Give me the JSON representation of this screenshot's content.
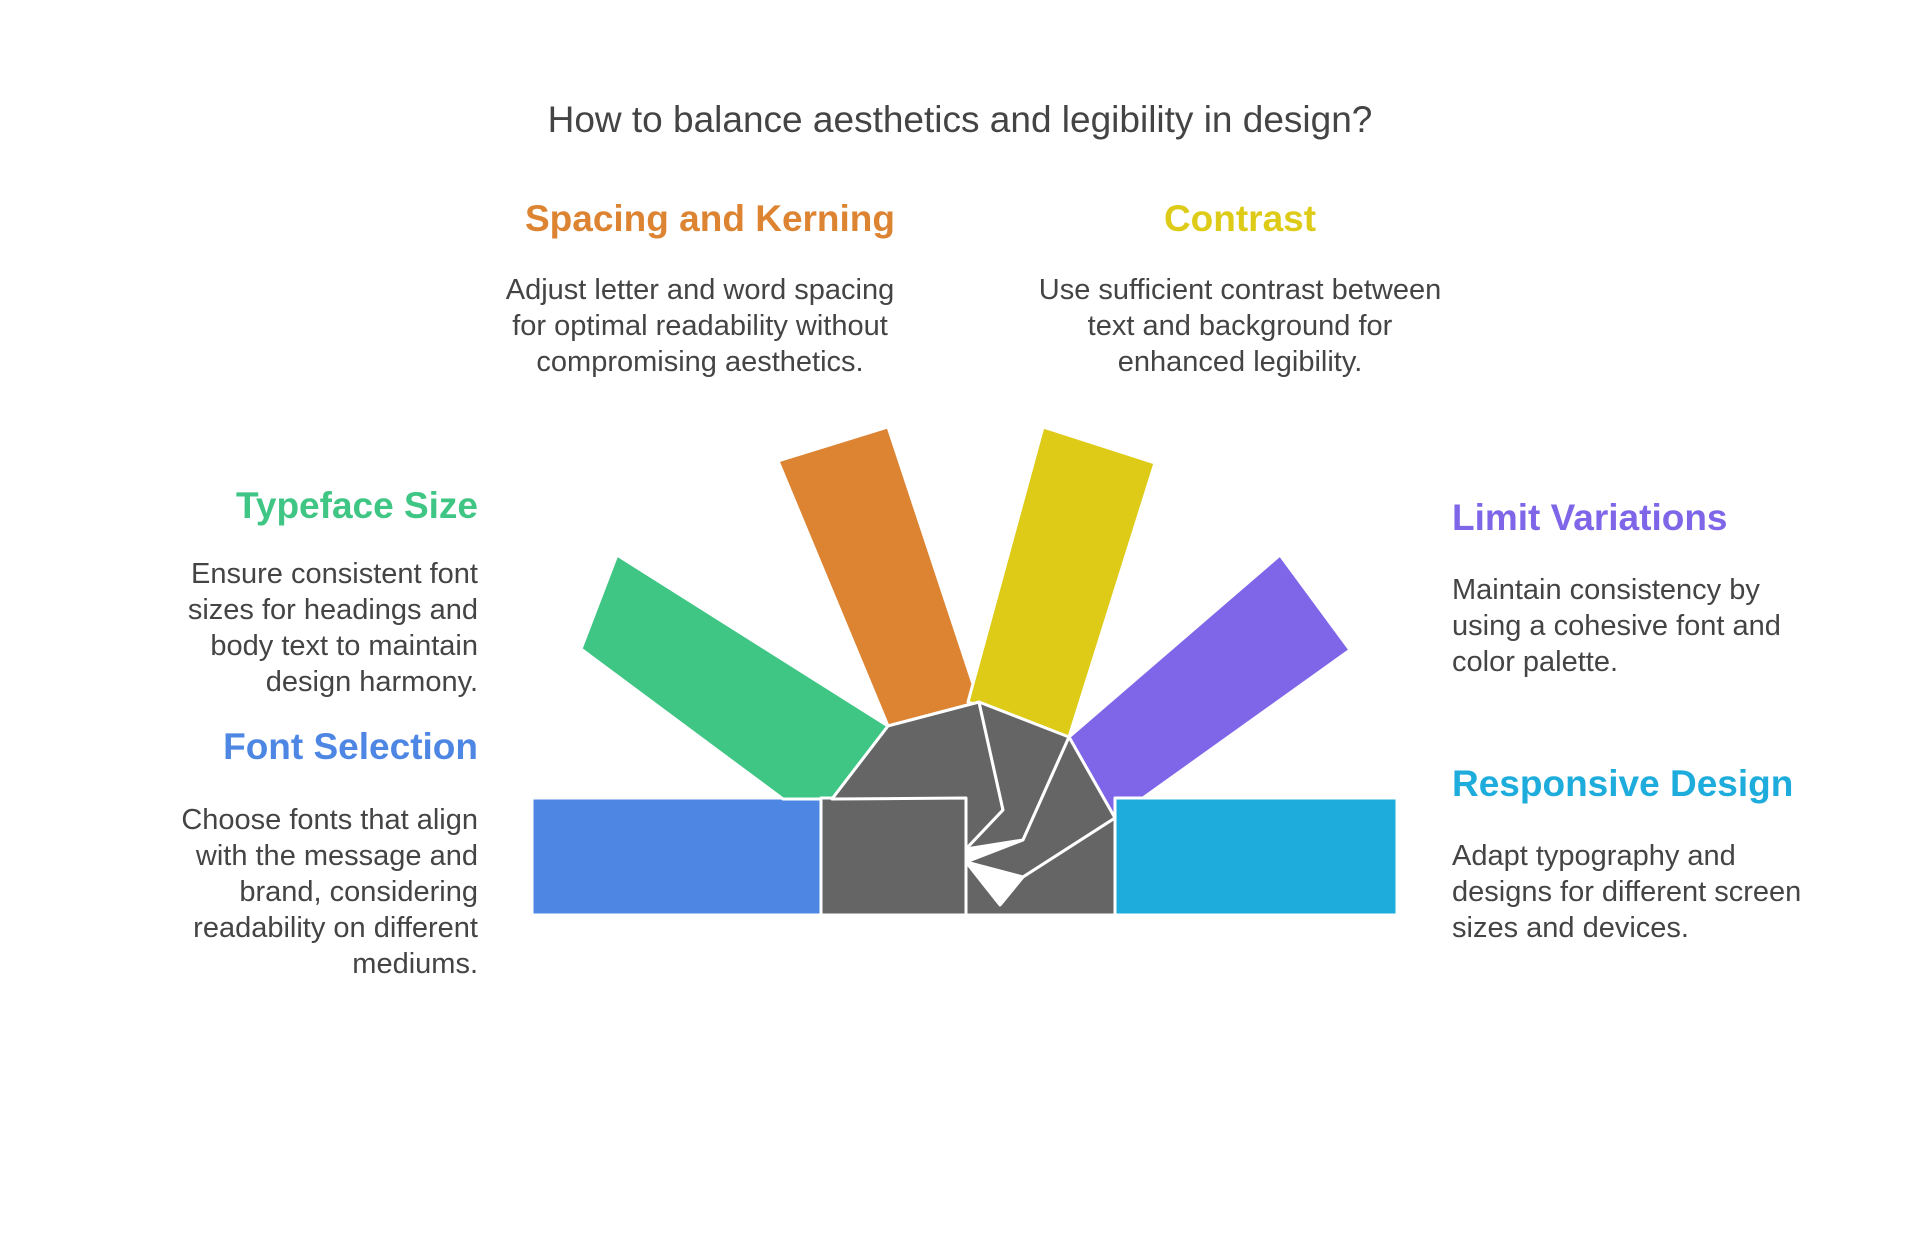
{
  "title": "How to balance aesthetics and legibility in design?",
  "items": {
    "spacing": {
      "heading": "Spacing and Kerning",
      "description": "Adjust letter and word spacing for optimal readability without compromising aesthetics.",
      "color": "#DD8433"
    },
    "contrast": {
      "heading": "Contrast",
      "description": "Use sufficient contrast between text and background for enhanced legibility.",
      "color": "#DDCB17"
    },
    "typeface": {
      "heading": "Typeface Size",
      "description": "Ensure consistent font sizes for headings and body text to maintain design harmony.",
      "color": "#3FC584"
    },
    "limit": {
      "heading": "Limit Variations",
      "description": "Maintain consistency by using a cohesive font and color palette.",
      "color": "#7F66E9"
    },
    "font": {
      "heading": "Font Selection",
      "description": "Choose fonts that align with the message and brand, considering readability on different mediums.",
      "color": "#4D87E3"
    },
    "responsive": {
      "heading": "Responsive Design",
      "description": "Adapt typography and designs for different screen sizes and devices.",
      "color": "#1DACDC"
    }
  },
  "center_color": "#656565"
}
